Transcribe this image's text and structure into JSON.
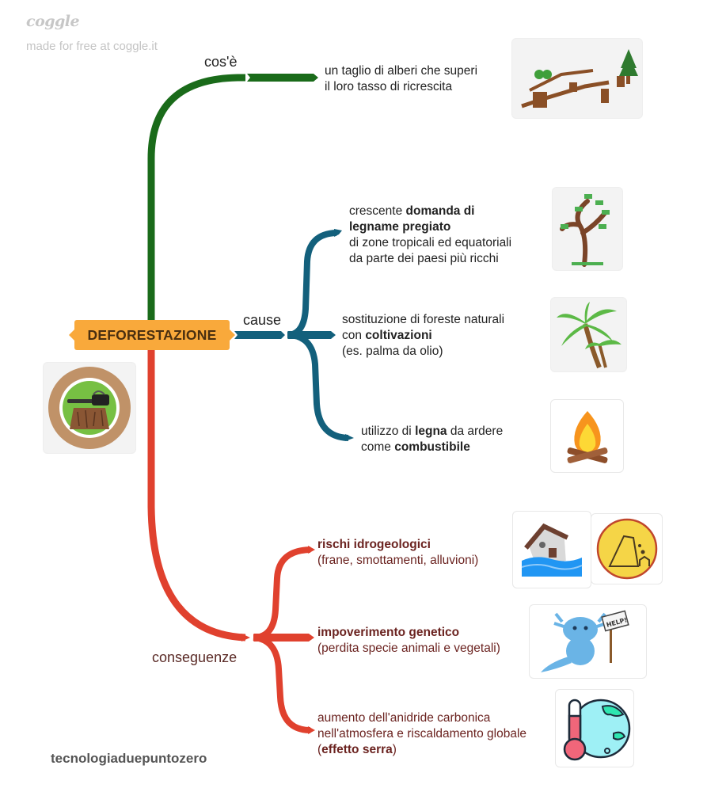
{
  "watermark": {
    "logo": "coggle",
    "subtitle": "made for free at coggle.it"
  },
  "central_node": {
    "label": "DEFORESTAZIONE",
    "color": "#f9a93b",
    "image_icon": "chainsaw-on-stump-icon"
  },
  "branches": {
    "definition": {
      "label": "cos'è",
      "color": "#1a6b1a",
      "items": [
        {
          "lines": [
            "un taglio di alberi che superi",
            "il loro tasso di ricrescita"
          ],
          "image_icon": "cut-tree-stumps-icon"
        }
      ]
    },
    "causes": {
      "label": "cause",
      "color": "#13607c",
      "items": [
        {
          "parts": [
            {
              "text": "crescente ",
              "bold": false
            },
            {
              "text": "domanda di",
              "bold": true
            }
          ],
          "line2": "legname pregiato",
          "line3": "di zone tropicali ed equatoriali",
          "line4": "da parte dei paesi più ricchi",
          "image_icon": "money-tree-icon"
        },
        {
          "line1": "sostituzione di foreste naturali",
          "line2_prefix": "con ",
          "line2_bold": "coltivazioni",
          "line3": "(es. palma da olio)",
          "image_icon": "palm-tree-icon"
        },
        {
          "line1_prefix": "utilizzo di ",
          "line1_bold": "legna",
          "line1_suffix": " da ardere",
          "line2_prefix": "come ",
          "line2_bold": "combustibile",
          "image_icon": "campfire-icon"
        }
      ]
    },
    "consequences": {
      "label": "conseguenze",
      "color": "#e0412e",
      "items": [
        {
          "title": "rischi idrogeologici",
          "detail": "(frane, smottamenti, alluvioni)",
          "image_icons": [
            "flooded-house-icon",
            "landslide-warning-icon"
          ]
        },
        {
          "title": "impoverimento genetico",
          "detail": "(perdita specie animali e vegetali)",
          "image_icon": "axolotl-help-sign-icon"
        },
        {
          "line1": "aumento dell'anidride carbonica",
          "line2": "nell'atmosfera e riscaldamento globale",
          "line3_open": "(",
          "line3_bold": "effetto serra",
          "line3_close": ")",
          "image_icon": "thermometer-globe-icon"
        }
      ]
    }
  },
  "footer": {
    "author": "tecnologiaduepuntozero"
  }
}
